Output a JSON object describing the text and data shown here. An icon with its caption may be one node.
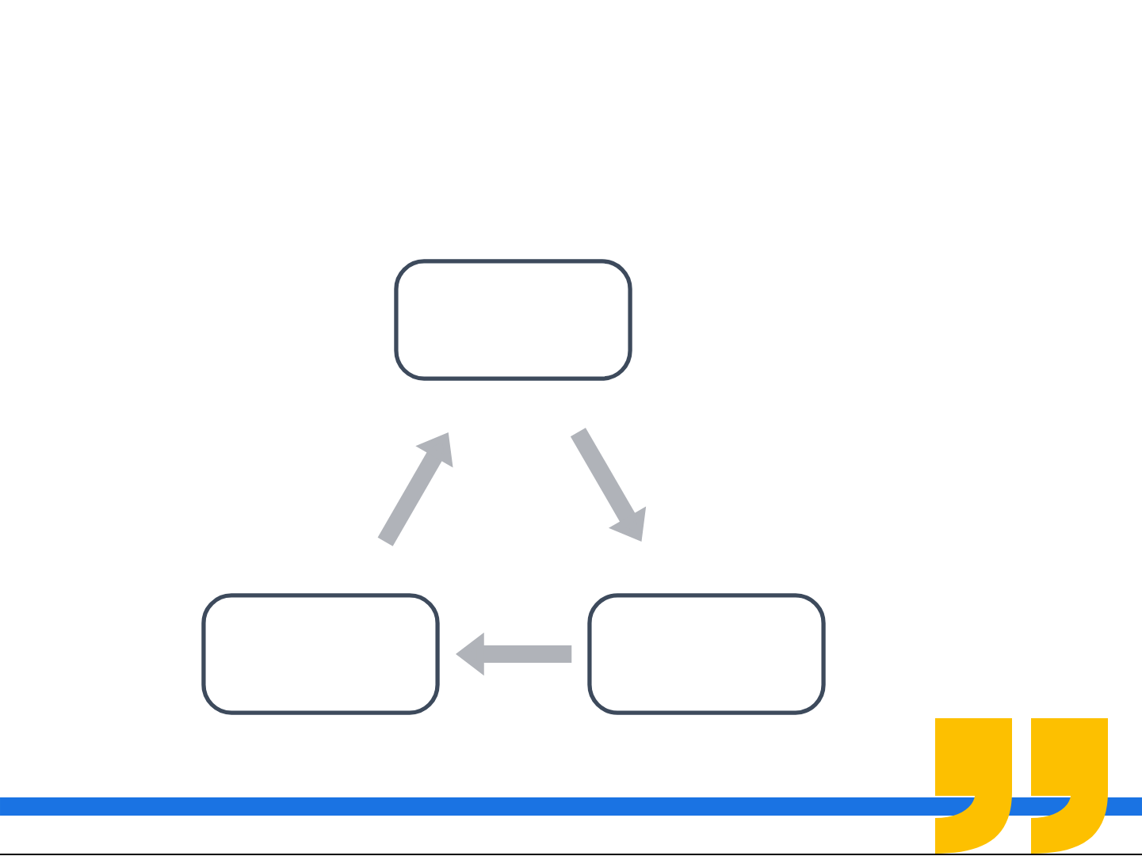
{
  "diagram": {
    "nodes": [
      {
        "text": [],
        "shape": "box"
      },
      {
        "text": [],
        "shape": "box"
      },
      {
        "text": [],
        "shape": "box"
      }
    ],
    "edges": [
      {
        "from": 1,
        "to": 0,
        "arrow": "to"
      },
      {
        "from": 0,
        "to": 2,
        "arrow": "to"
      },
      {
        "from": 2,
        "to": 1,
        "arrow": "to"
      }
    ]
  }
}
